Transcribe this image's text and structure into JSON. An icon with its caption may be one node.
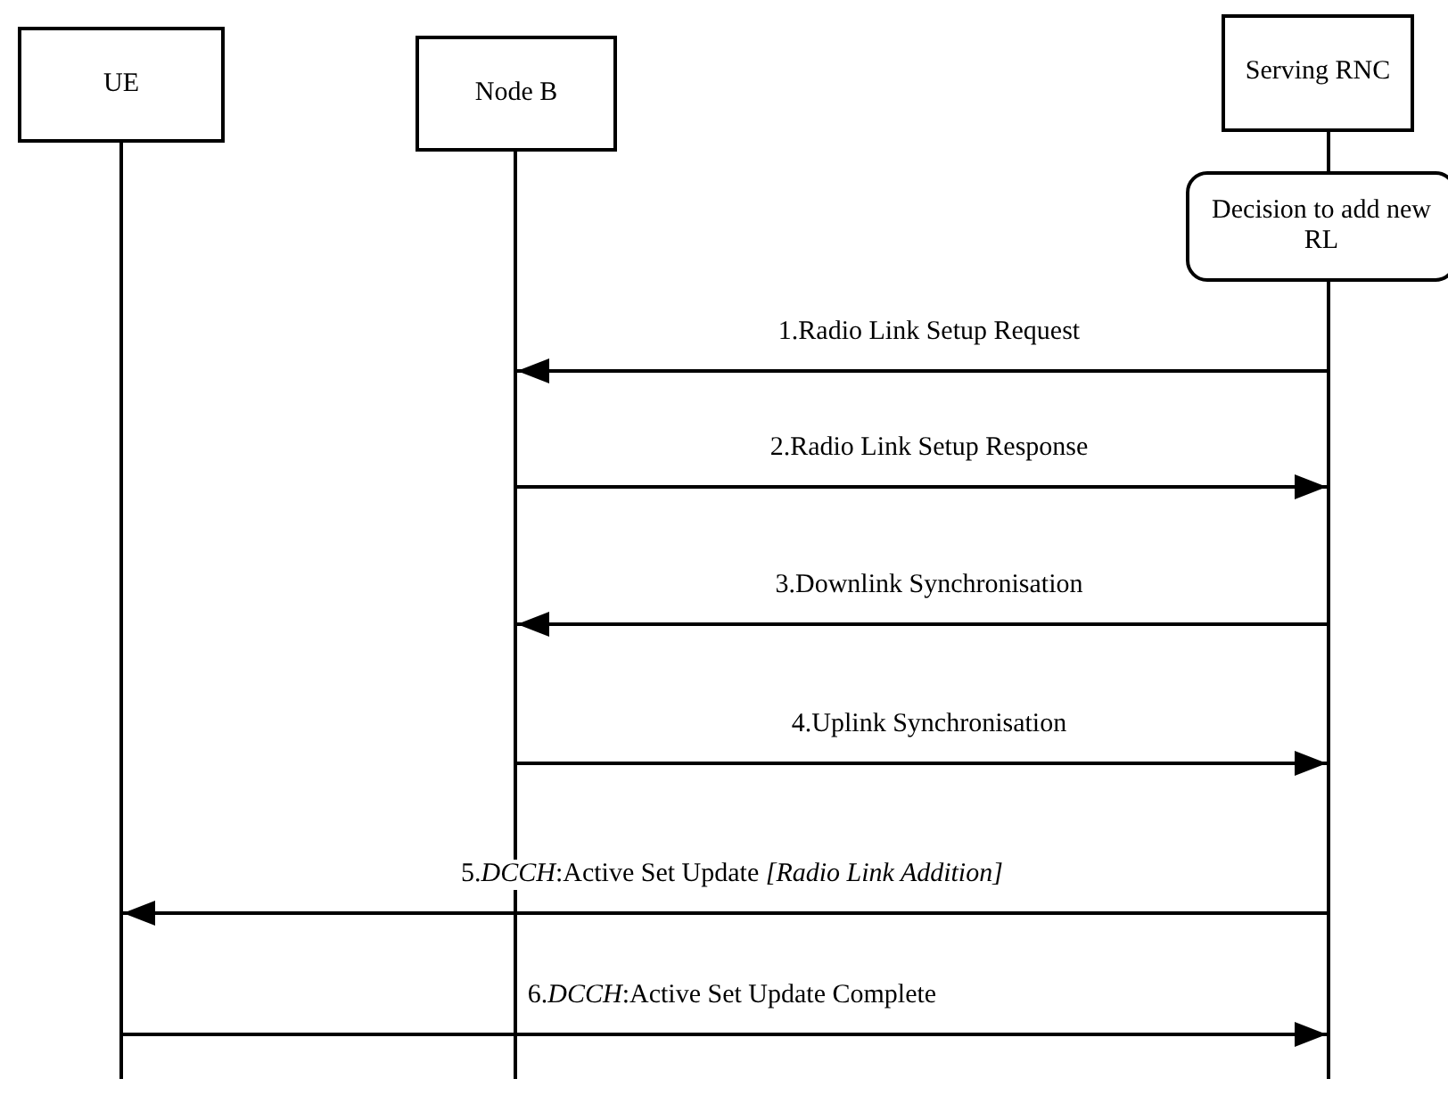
{
  "diagram": {
    "nodes": [
      {
        "text": [
          "UE"
        ]
      },
      {
        "text": [
          "Node B"
        ]
      },
      {
        "text": [
          "Serving RNC"
        ]
      },
      {
        "text": [],
        "shape": "bar"
      },
      {
        "text": [],
        "shape": "bar"
      },
      {
        "text": [],
        "shape": "bar"
      },
      {
        "text": [
          "Decision to add new RL"
        ]
      }
    ],
    "edges": [
      {
        "from": 5,
        "to": 4,
        "arrow": "to",
        "label": "1.Radio Link Setup Request"
      },
      {
        "from": 4,
        "to": 5,
        "arrow": "to",
        "label": "2.Radio Link Setup Response"
      },
      {
        "from": 5,
        "to": 4,
        "arrow": "to",
        "label": "3.Downlink Synchronisation"
      },
      {
        "from": 4,
        "to": 5,
        "arrow": "to",
        "label": "4.Uplink Synchronisation"
      },
      {
        "from": 5,
        "to": 3,
        "arrow": "to",
        "label": "5.*DCCH*:Active Set Update *[Radio Link Addition]*"
      },
      {
        "from": 3,
        "to": 5,
        "arrow": "to",
        "label": "6.*DCCH*:Active Set Update Complete"
      }
    ]
  }
}
